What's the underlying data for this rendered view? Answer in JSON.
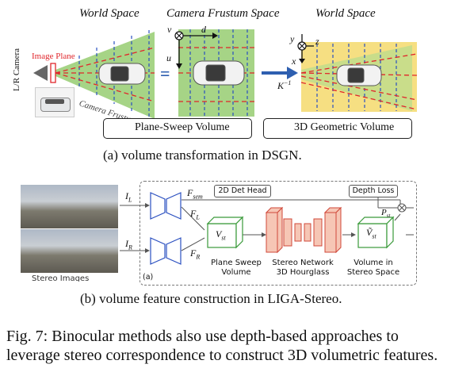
{
  "panel_a": {
    "header_world_left": "World Space",
    "header_frustum": "Camera Frustum Space",
    "header_world_right": "World Space",
    "camera_label": "L/R Camera",
    "image_plane_label": "Image Plane",
    "camera_frustum_label": "Camera Frustum",
    "axis_v": "v",
    "axis_d": "d",
    "axis_u": "u",
    "axis_y": "y",
    "axis_z": "z",
    "axis_x": "x",
    "equals": "=",
    "k_inverse": "K",
    "k_inverse_exp": "−1",
    "legend_plane_sweep": "Plane-Sweep Volume",
    "legend_3d_geometric": "3D Geometric Volume",
    "caption": "(a)  volume transformation in DSGN.",
    "colors": {
      "plane_sweep": "#a6d486",
      "geometric": "#f6df82",
      "dashed_red": "#e0262b",
      "dashed_blue": "#2a4fc0",
      "arrow_blue": "#2e5fb0"
    }
  },
  "panel_b": {
    "left_image_label": "I",
    "left_image_sub": "L",
    "right_image_label": "I",
    "right_image_sub": "R",
    "stereo_images": "Stereo Images",
    "f_sem": "F",
    "f_sem_sub": "sem",
    "f_l": "F",
    "f_l_sub": "L",
    "f_r": "F",
    "f_r_sub": "R",
    "det_head": "2D Det Head",
    "depth_loss": "Depth Loss",
    "p_st": "P",
    "p_st_sub": "st",
    "v_st": "V",
    "v_st_sub": "st",
    "v_st_tilde": "Ṽ",
    "v_st_tilde_sub": "st",
    "plane_sweep_line1": "Plane Sweep",
    "plane_sweep_line2": "Volume",
    "stereo_network_line1": "Stereo Network",
    "stereo_network_line2": "3D Hourglass",
    "volume_stereo_line1": "Volume in",
    "volume_stereo_line2": "Stereo Space",
    "inner_tag": "(a)",
    "caption": "(b)  volume feature construction in LIGA-Stereo."
  },
  "figure_caption": "Fig. 7: Binocular methods also use depth-based approaches to leverage stereo correspondence to construct 3D volumetric features."
}
